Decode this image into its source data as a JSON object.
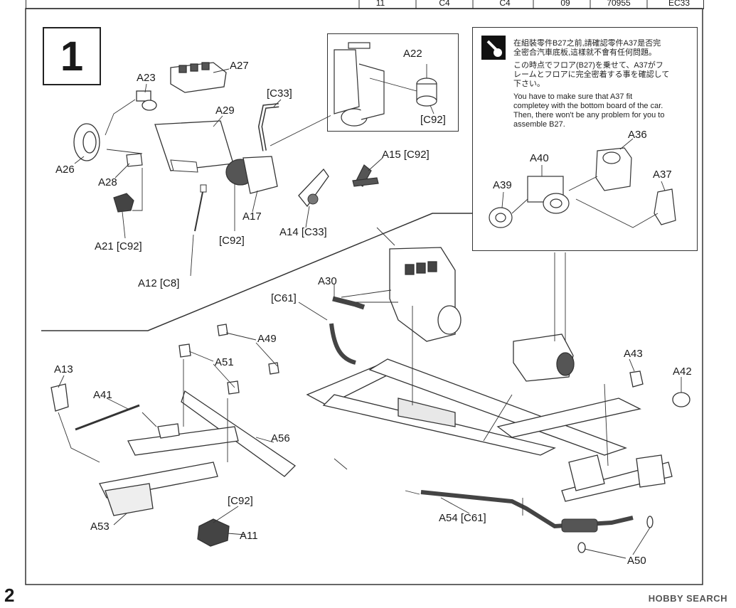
{
  "step_number": "1",
  "page_number": "2",
  "top_table_cells": [
    "11",
    "C4",
    "C4",
    "09",
    "70955",
    "EC33"
  ],
  "detail_labels": {
    "a22": "A22",
    "c92": "[C92]"
  },
  "note": {
    "icon": "caution-pointer-icon",
    "zh_line1": "在組裝零件B27之前,請確認零件A37是否完",
    "zh_line2": "全密合汽車底板,這樣就不會有任何問題。",
    "ja_line1": "この時点でフロア(B27)を乗せて、A37がフ",
    "ja_line2": "レームとフロアに完全密着する事を確認して",
    "ja_line3": "下さい。",
    "en_line1": "You have to make sure that A37 fit",
    "en_line2": "completey with the bottom board of the car.",
    "en_line3": "Then, there won't be any problem for you to",
    "en_line4": "assemble B27."
  },
  "note_labels": {
    "a36": "A36",
    "a40": "A40",
    "a39": "A39",
    "a37": "A37"
  },
  "labels": {
    "a27": "A27",
    "a23": "A23",
    "c33": "[C33]",
    "a29": "A29",
    "a26": "A26",
    "a28": "A28",
    "a15": "A15 [C92]",
    "a21": "A21 [C92]",
    "a17": "A17",
    "c92_mid": "[C92]",
    "a14": "A14 [C33]",
    "a12": "A12 [C8]",
    "a30": "A30",
    "c61": "[C61]",
    "a49": "A49",
    "a51": "A51",
    "a13": "A13",
    "a41": "A41",
    "a56": "A56",
    "a43": "A43",
    "a42": "A42",
    "c92_low": "[C92]",
    "a11": "A11",
    "a53": "A53",
    "a54": "A54 [C61]",
    "a50": "A50"
  },
  "watermark": "HOBBY SEARCH"
}
